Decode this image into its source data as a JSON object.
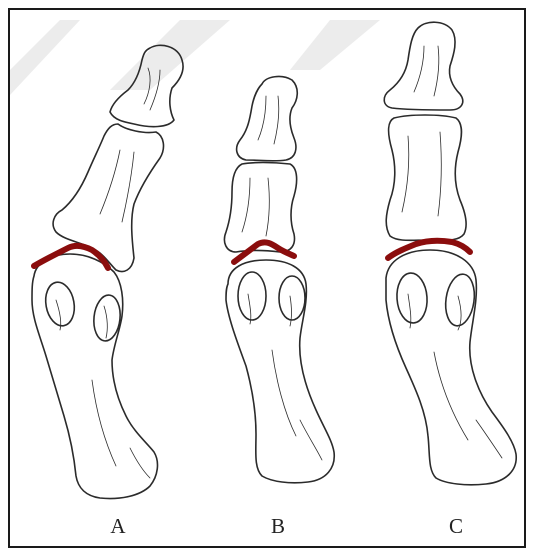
{
  "labels": {
    "a": "A",
    "b": "B",
    "c": "C"
  },
  "colors": {
    "outline": "#2b2b2b",
    "joint_line": "#8b0d0d",
    "watermark": "#e9e9e9",
    "background": "#ffffff"
  }
}
